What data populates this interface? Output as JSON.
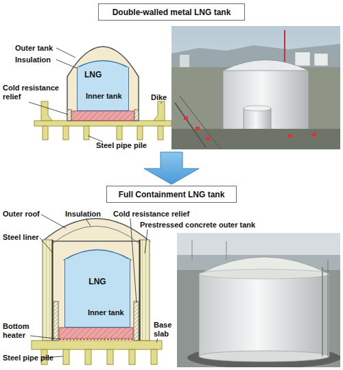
{
  "diagram": {
    "nodes": [
      {
        "text": [
          "Double-walled metal LNG tank"
        ]
      },
      {
        "text": [
          "LNG"
        ]
      },
      {
        "text": [
          "Full Containment LNG tank"
        ]
      },
      {
        "text": [
          "LNG"
        ]
      }
    ],
    "labels": [
      "Outer tank",
      "Insulation",
      "Inner tank",
      "Cold resistance relief",
      "Dike",
      "Steel pipe pile",
      "Outer roof",
      "Insulation",
      "Cold resistance relief",
      "Steel liner",
      "Prestressed concrete outer tank",
      "Inner tank",
      "Bottom heater",
      "Base slab",
      "Steel pipe pile"
    ]
  }
}
